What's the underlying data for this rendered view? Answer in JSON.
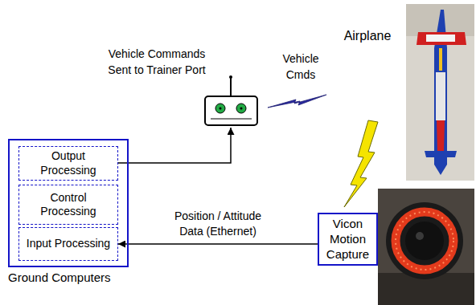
{
  "diagram": {
    "nodes": [
      {
        "text": [
          "Ground Computers"
        ]
      },
      {
        "text": [
          "Output Processing"
        ],
        "in": 0
      },
      {
        "text": [
          "Control Processing"
        ],
        "in": 0
      },
      {
        "text": [
          "Input Processing"
        ],
        "in": 0
      },
      {
        "text": [
          "Vicon Motion Capture"
        ]
      }
    ],
    "edges": [
      {
        "from": 4,
        "to": 3,
        "label": "Position / Attitude Data (Ethernet)",
        "arrow": "to"
      }
    ],
    "labels": [
      "Vehicle Commands Sent to Trainer Port",
      "Vehicle Cmds",
      "Airplane"
    ]
  }
}
